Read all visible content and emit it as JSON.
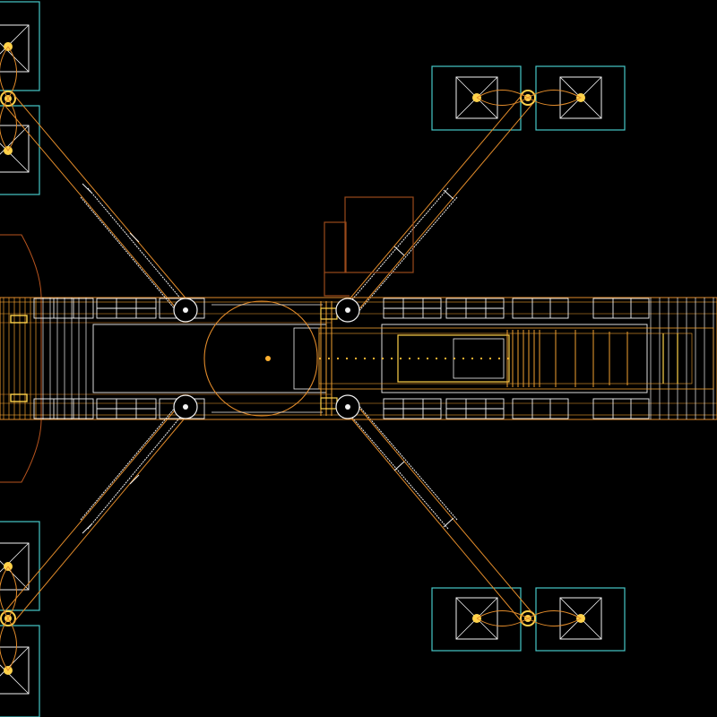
{
  "drawing": {
    "background": "#000000",
    "palette": {
      "cyan": "#46c8c8",
      "white": "#f2f2f2",
      "orange": "#e08a2a",
      "amber": "#f0a030",
      "yellow": "#ffd24a",
      "dim_orange": "#9a4a1a"
    },
    "components": {
      "crane_body": "crane-chassis",
      "turret": "slewing-ring",
      "boom": "telescopic-boom",
      "cab": "operator-cab",
      "outriggers": [
        "outrigger-front-left",
        "outrigger-front-right",
        "outrigger-rear-left",
        "outrigger-rear-right"
      ],
      "pads": "outrigger-pad"
    }
  }
}
